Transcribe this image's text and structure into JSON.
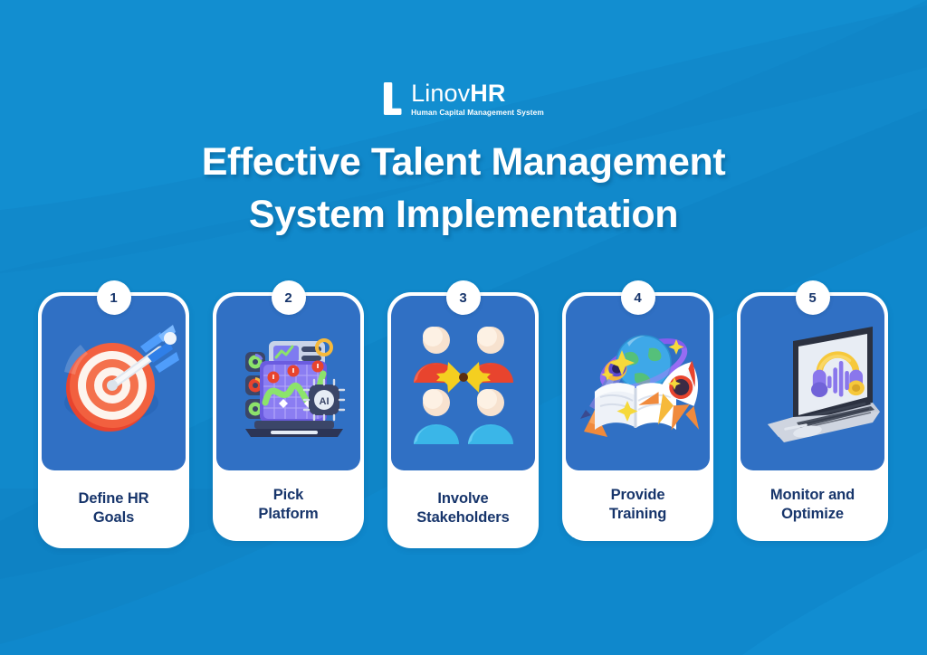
{
  "theme": {
    "background": "#1189cb",
    "background_wave": "#1492d6",
    "card_border": "#ffffff",
    "card_panel": "#3070c4",
    "label_text": "#17356b",
    "title_text": "#ffffff"
  },
  "logo": {
    "mark": "linovhr-l-mark",
    "name_light": "Linov",
    "name_bold": "HR",
    "tagline": "Human Capital Management System"
  },
  "title": {
    "line1": "Effective Talent Management",
    "line2": "System Implementation"
  },
  "steps": [
    {
      "number": "1",
      "label_line1": "Define HR",
      "label_line2": "Goals",
      "icon": "target-dartboard-arrow-icon"
    },
    {
      "number": "2",
      "label_line1": "Pick",
      "label_line2": "Platform",
      "icon": "laptop-analytics-ai-chip-icon"
    },
    {
      "number": "3",
      "label_line1": "Involve",
      "label_line2": "Stakeholders",
      "icon": "people-network-arrows-icon"
    },
    {
      "number": "4",
      "label_line1": "Provide",
      "label_line2": "Training",
      "icon": "globe-book-rocket-telescope-icon"
    },
    {
      "number": "5",
      "label_line1": "Monitor and",
      "label_line2": "Optimize",
      "icon": "laptop-headphones-waveform-icon"
    }
  ]
}
